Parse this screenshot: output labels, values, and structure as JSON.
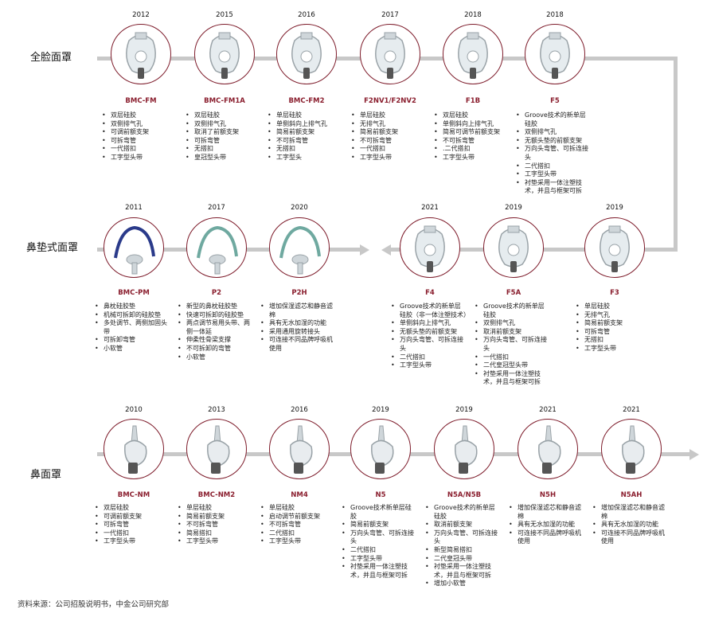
{
  "rows": [
    {
      "label": "全脸面罩",
      "items": [
        {
          "year": "2012",
          "model": "BMC-FM",
          "icon": "full-face-mask-icon",
          "features": [
            "双层硅胶",
            "双侧排气孔",
            "可调前额支架",
            "可拆弯管",
            "一代搭扣",
            "工字型头带"
          ]
        },
        {
          "year": "2015",
          "model": "BMC-FM1A",
          "icon": "full-face-mask-icon",
          "features": [
            "双层硅胶",
            "双侧排气孔",
            "取消了前额支架",
            "可拆弯管",
            "无搭扣",
            "皇冠型头带"
          ]
        },
        {
          "year": "2016",
          "model": "BMC-FM2",
          "icon": "full-face-mask-icon",
          "features": [
            "单层硅胶",
            "单侧斜向上排气孔",
            "简易前额支架",
            "不可拆弯管",
            "无搭扣",
            "工字型头"
          ]
        },
        {
          "year": "2017",
          "model": "F2NV1/F2NV2",
          "icon": "full-face-mask-icon",
          "features": [
            "单层硅胶",
            "无排气孔",
            "简易前额支架",
            "不可拆弯管",
            "一代搭扣",
            "工字型头带"
          ]
        },
        {
          "year": "2018",
          "model": "F1B",
          "icon": "full-face-mask-icon",
          "features": [
            "双层硅胶",
            "单侧斜向上排气孔",
            "简易可调节前额支架",
            "不可拆弯管",
            ".二代搭扣",
            "工字型头带"
          ]
        },
        {
          "year": "2018",
          "model": "F5",
          "icon": "full-face-mask-icon",
          "features": [
            "Groove技术的新单层硅胶",
            "双侧排气孔",
            "无额头垫的前额支架",
            "万向头弯管、可拆连接头",
            "二代搭扣",
            "工字型头带",
            "衬垫采用一体注塑技术，并且与框架可拆"
          ]
        }
      ]
    },
    {
      "label": "鼻垫式面罩",
      "items": [
        {
          "year": "2011",
          "model": "BMC-PM",
          "icon": "nasal-pillow-mask-icon",
          "features": [
            "鼻枕硅胶垫",
            "机械可拆卸的硅胶垫",
            "多处调节、两侧加固头带",
            "可拆卸弯管",
            "小软管"
          ]
        },
        {
          "year": "2017",
          "model": "P2",
          "icon": "nasal-pillow-mask-icon",
          "features": [
            "新型的鼻枕硅胶垫",
            "快速可拆卸的硅胶垫",
            "两点调节易用头带、两侧一体延",
            "伸柔性骨梁支撑",
            "不可拆卸的弯管",
            "小软管"
          ]
        },
        {
          "year": "2020",
          "model": "P2H",
          "icon": "nasal-pillow-mask-icon",
          "features": [
            "增加保湿滤芯和静音滤棉",
            "具有无水加湿的功能",
            "采用通用旋转接头",
            "可连接不同品牌呼吸机使用"
          ]
        },
        {
          "year": "2021",
          "model": "F4",
          "icon": "full-face-mask-icon",
          "features": [
            "Groove技术的新单层硅胶（非一体注塑技术）",
            "单侧斜向上排气孔",
            "无额头垫的前额支架",
            "万向头弯管、可拆连接头",
            "二代搭扣",
            "工字型头带"
          ]
        },
        {
          "year": "2019",
          "model": "F5A",
          "icon": "full-face-mask-icon",
          "features": [
            "Groove技术的新单层硅胶",
            "双侧排气孔",
            "取消前额支架",
            "万向头弯管、可拆连接头",
            "一代搭扣",
            "二代皇冠型头带",
            "衬垫采用一体注塑技术，并且与框架可拆"
          ]
        },
        {
          "year": "2019",
          "model": "F3",
          "icon": "full-face-mask-icon",
          "features": [
            "单层硅胶",
            "无排气孔",
            "简易前额支架",
            "可拆弯管",
            "无搭扣",
            "工字型头带"
          ]
        }
      ]
    },
    {
      "label": "鼻面罩",
      "items": [
        {
          "year": "2010",
          "model": "BMC-NM",
          "icon": "nasal-mask-icon",
          "features": [
            "双层硅胶",
            "可调前额支架",
            "可拆弯管",
            "一代搭扣",
            "工字型头带"
          ]
        },
        {
          "year": "2013",
          "model": "BMC-NM2",
          "icon": "nasal-mask-icon",
          "features": [
            "单层硅胶",
            "简易前额支架",
            "不可拆弯管",
            "简易搭扣",
            "工字型头带"
          ]
        },
        {
          "year": "2016",
          "model": "NM4",
          "icon": "nasal-mask-icon",
          "features": [
            "单层硅胶",
            "启动调节前额支架",
            "不可拆弯管",
            "二代搭扣",
            "工字型头带"
          ]
        },
        {
          "year": "2019",
          "model": "N5",
          "icon": "nasal-mask-icon",
          "features": [
            "Groove技术新单层硅胶",
            "简易前额支架",
            "万向头弯管、可拆连接头",
            "二代搭扣",
            "工字型头带",
            "衬垫采用一体注塑技术，并且与框架可拆"
          ]
        },
        {
          "year": "2019",
          "model": "N5A/N5B",
          "icon": "nasal-mask-icon",
          "features": [
            "Groove技术的新单层硅胶",
            "取消前额支架",
            "万向头弯管、可拆连接头",
            "新型简易搭扣",
            "二代皇冠头带",
            "衬垫采用一体注塑技术，并且与框架可拆",
            "增加小软管"
          ]
        },
        {
          "year": "2021",
          "model": "N5H",
          "icon": "nasal-mask-icon",
          "features": [
            "增加保湿滤芯和静音滤棉",
            "具有无水加湿的功能",
            "可连接不同品牌呼吸机使用"
          ]
        },
        {
          "year": "2021",
          "model": "N5AH",
          "icon": "nasal-mask-icon",
          "features": [
            "增加保湿滤芯和静音滤棉",
            "具有无水加湿的功能",
            "可连接不同品牌呼吸机使用"
          ]
        }
      ]
    }
  ],
  "source": "资料来源：公司招股说明书，中金公司研究部",
  "colors": {
    "accent": "#8a1e2e",
    "ring": "#7d1b2a",
    "track": "#c8c8c8"
  }
}
